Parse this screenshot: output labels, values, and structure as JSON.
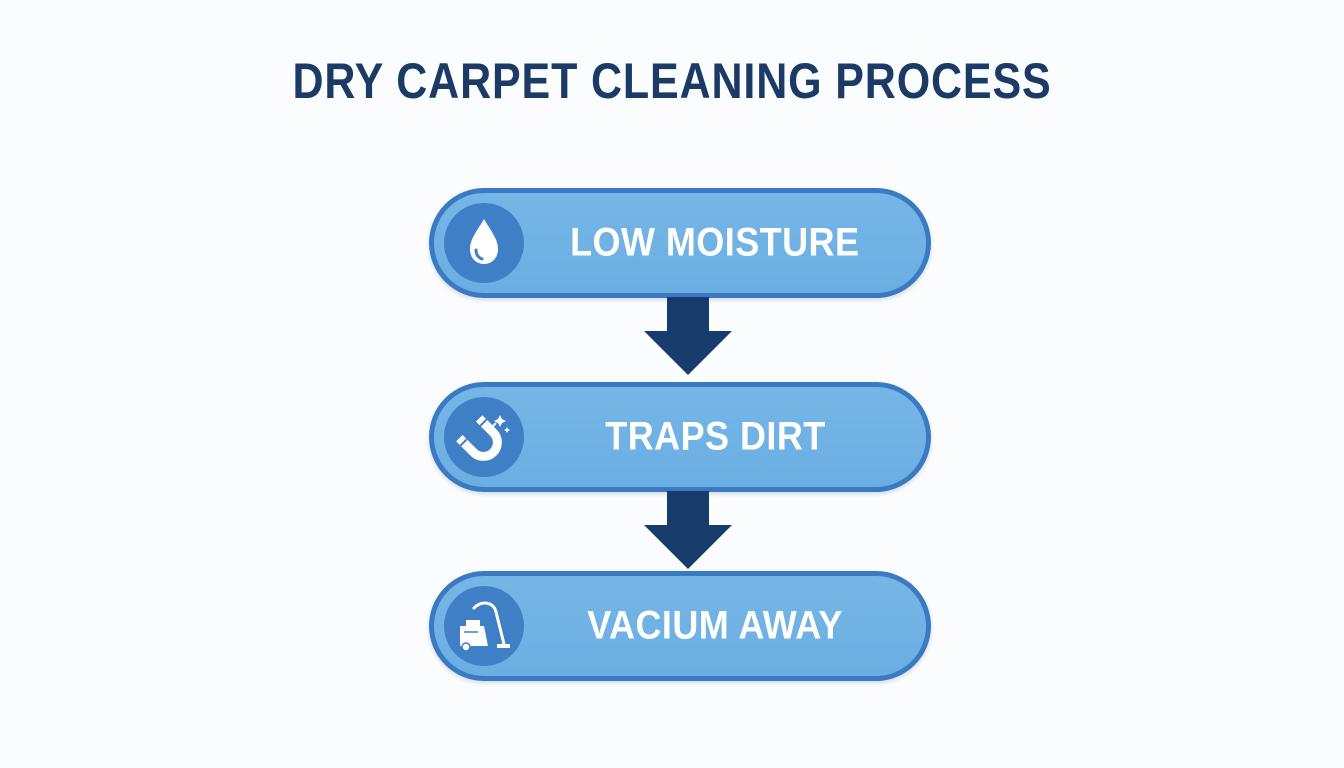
{
  "title": "DRY CARPET CLEANING PROCESS",
  "steps": [
    {
      "label": "LOW MOISTURE",
      "icon": "water-drop-icon"
    },
    {
      "label": "TRAPS DIRT",
      "icon": "magnet-icon"
    },
    {
      "label": "VACIUM AWAY",
      "icon": "vacuum-cleaner-icon"
    }
  ],
  "colors": {
    "title": "#1c3a66",
    "pill_fill": "#6aaee3",
    "pill_border": "#3b7ac2",
    "icon_circle": "#3f7fc6",
    "arrow": "#173b6b",
    "label_text": "#ffffff"
  }
}
